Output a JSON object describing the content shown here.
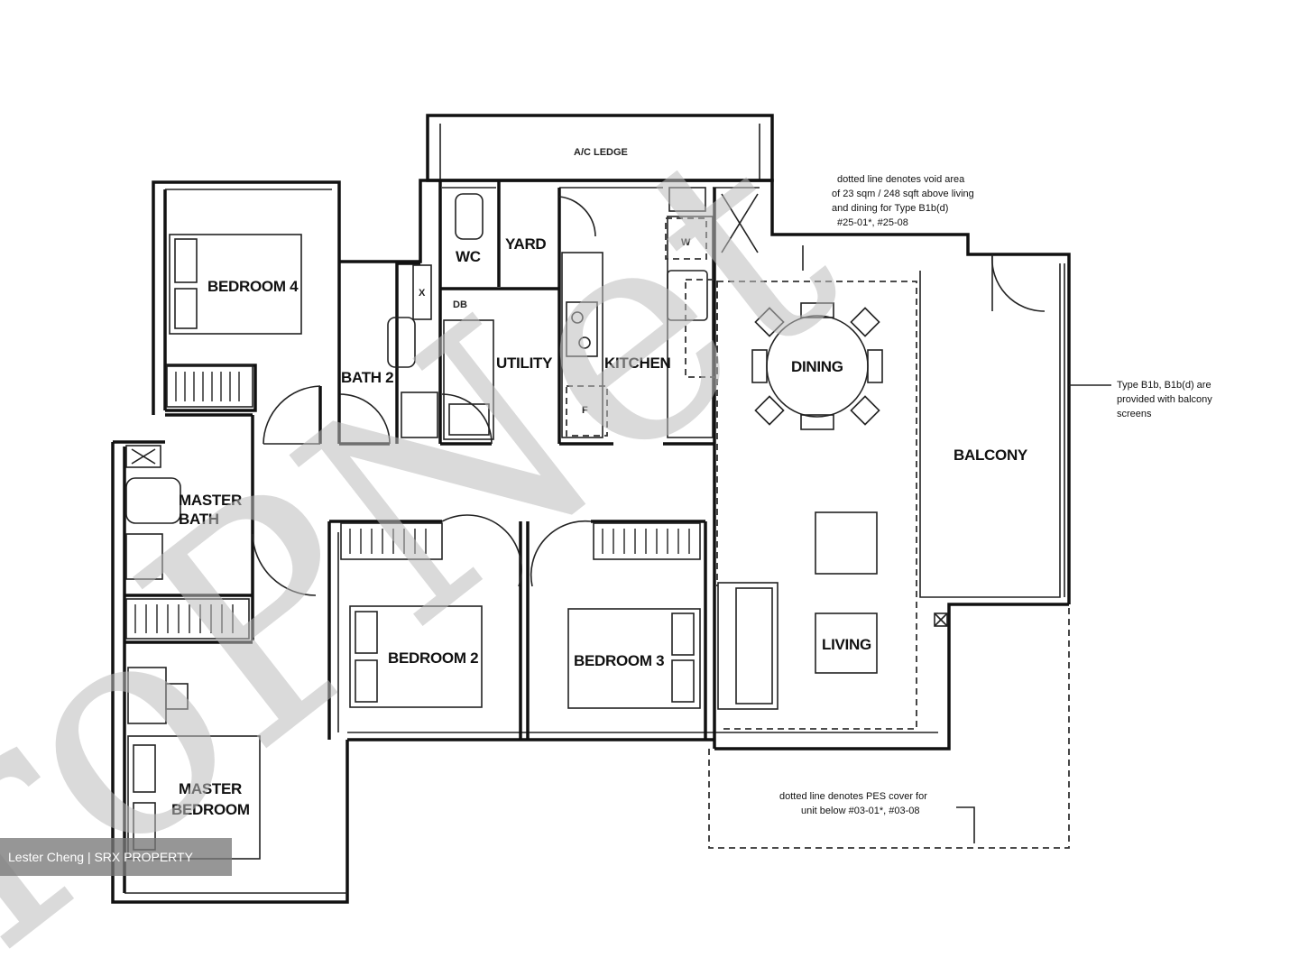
{
  "rooms": {
    "ac_ledge": "A/C LEDGE",
    "bedroom4": "BEDROOM 4",
    "wc": "WC",
    "yard": "YARD",
    "db": "DB",
    "bath2": "BATH 2",
    "utility": "UTILITY",
    "kitchen": "KITCHEN",
    "dining": "DINING",
    "balcony": "BALCONY",
    "master_bath_line1": "MASTER",
    "master_bath_line2": "BATH",
    "bedroom2": "BEDROOM 2",
    "bedroom3": "BEDROOM 3",
    "living": "LIVING",
    "master_bed_line1": "MASTER",
    "master_bed_line2": "BEDROOM",
    "w": "W",
    "f": "F",
    "x": "X"
  },
  "notes": {
    "void": [
      "dotted line denotes void area",
      "of 23 sqm / 248 sqft above living",
      "and dining for Type B1b(d)",
      "#25-01*, #25-08"
    ],
    "screens": [
      "Type B1b, B1b(d) are",
      "provided with balcony",
      "screens"
    ],
    "pes": [
      "dotted line denotes PES cover for",
      "unit below #03-01*, #03-08"
    ]
  },
  "watermark": "roPNet",
  "credit": "Lester Cheng | SRX PROPERTY"
}
